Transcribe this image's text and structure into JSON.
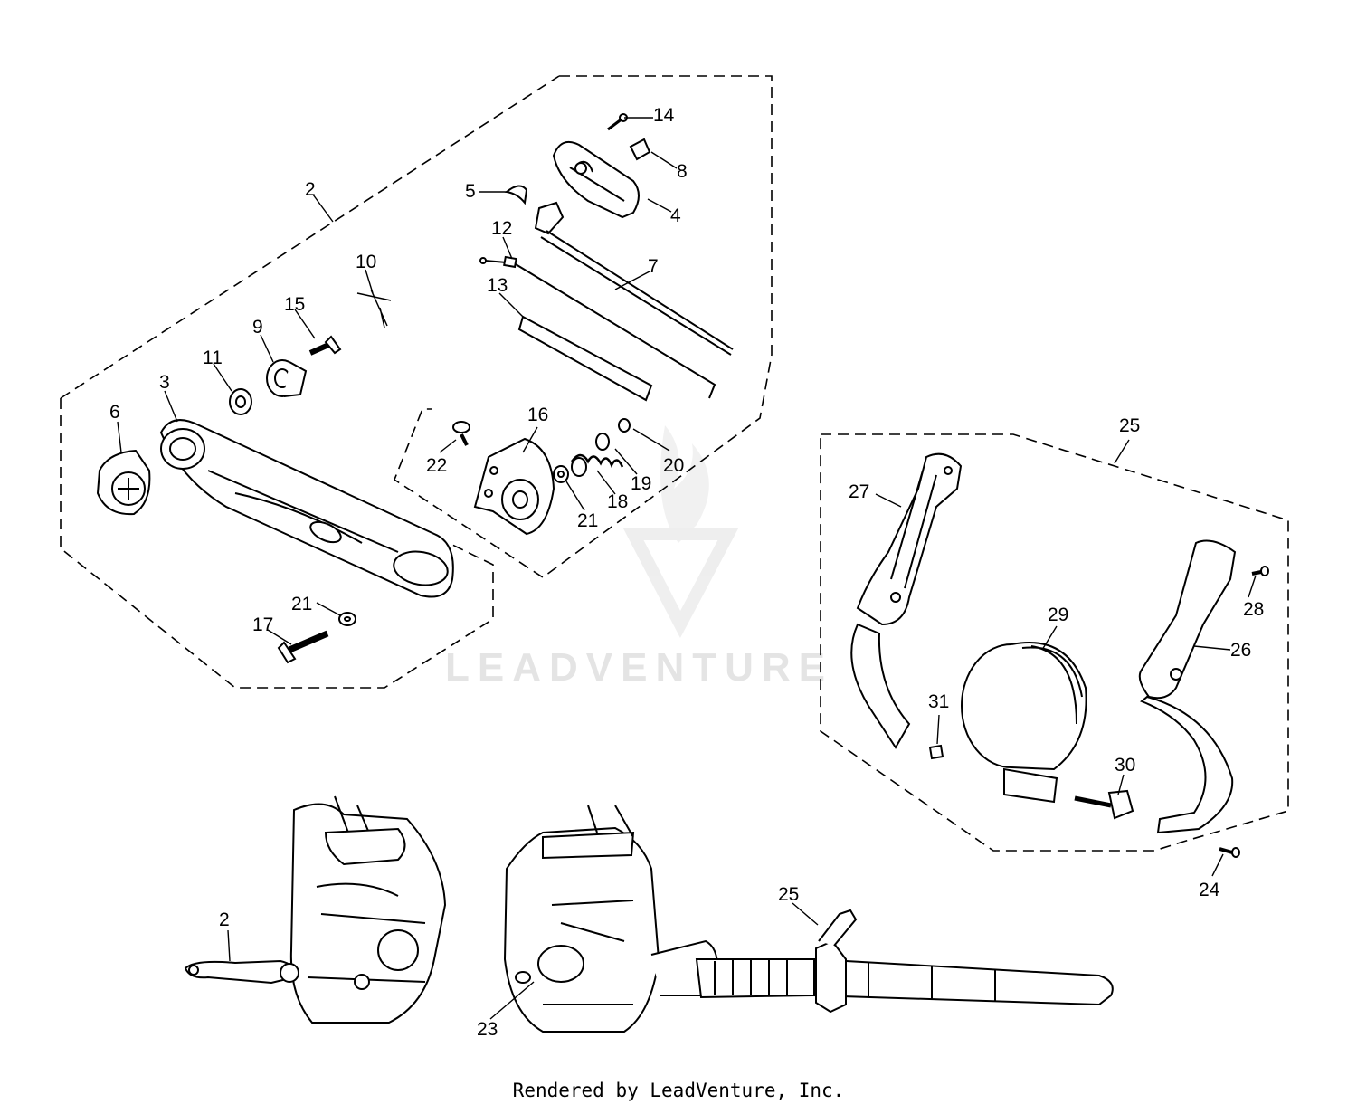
{
  "watermark": {
    "text": "LEADVENTURE",
    "logo": "leadventure-logo"
  },
  "footer": {
    "credit": "Rendered by LeadVenture, Inc."
  },
  "callouts": {
    "c2_top": "2",
    "c3": "3",
    "c4": "4",
    "c5": "5",
    "c6": "6",
    "c7": "7",
    "c8": "8",
    "c9": "9",
    "c10": "10",
    "c11": "11",
    "c12": "12",
    "c13": "13",
    "c14": "14",
    "c15": "15",
    "c16": "16",
    "c17": "17",
    "c18": "18",
    "c19": "19",
    "c20": "20",
    "c21a": "21",
    "c21b": "21",
    "c22": "22",
    "c23": "23",
    "c24": "24",
    "c25_top": "25",
    "c25_bottom": "25",
    "c26": "26",
    "c27": "27",
    "c28": "28",
    "c29": "29",
    "c30": "30",
    "c31": "31",
    "c2_bottom": "2"
  },
  "colors": {
    "line": "#000000",
    "watermark": "#cfcfcf"
  }
}
